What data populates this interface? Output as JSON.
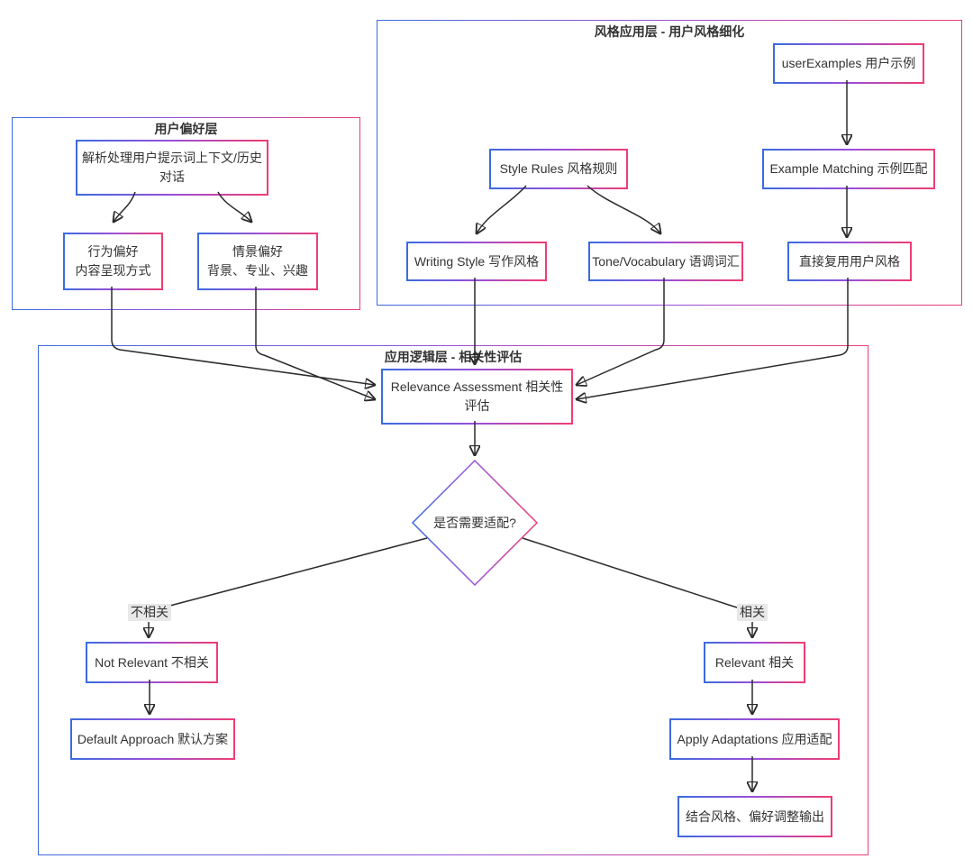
{
  "containers": {
    "pref": {
      "label": "用户偏好层"
    },
    "style": {
      "label": "风格应用层 - 用户风格细化"
    },
    "logic": {
      "label": "应用逻辑层 - 相关性评估"
    }
  },
  "nodes": {
    "parse": {
      "line1": "解析处理用户提示词上下文/历史",
      "line2": "对话"
    },
    "behavior": {
      "line1": "行为偏好",
      "line2": "内容呈现方式"
    },
    "scene": {
      "line1": "情景偏好",
      "line2": "背景、专业、兴趣"
    },
    "user_examples": {
      "line1": "userExamples 用户示例"
    },
    "style_rules": {
      "line1": "Style Rules 风格规则"
    },
    "example_matching": {
      "line1": "Example Matching 示例匹配"
    },
    "writing_style": {
      "line1": "Writing Style 写作风格"
    },
    "tone_vocabulary": {
      "line1": "Tone/Vocabulary 语调词汇"
    },
    "reuse_style": {
      "line1": "直接复用用户风格"
    },
    "relevance": {
      "line1": "Relevance Assessment 相关性",
      "line2": "评估"
    },
    "decision": {
      "line1": "是否需要适配?"
    },
    "not_relevant": {
      "line1": "Not Relevant 不相关"
    },
    "default_approach": {
      "line1": "Default Approach 默认方案"
    },
    "relevant": {
      "line1": "Relevant 相关"
    },
    "apply_adaptations": {
      "line1": "Apply Adaptations 应用适配"
    },
    "combine_output": {
      "line1": "结合风格、偏好调整输出"
    }
  },
  "edge_labels": {
    "no": "不相关",
    "yes": "相关"
  },
  "colors": {
    "gradient_start": "#3b6be0",
    "gradient_mid": "#9a4fd8",
    "gradient_end": "#ef3d72",
    "arrow": "#2b2b2b",
    "edge_label_bg": "#e8e8e8",
    "text": "#333333",
    "node_bg": "#ffffff"
  }
}
